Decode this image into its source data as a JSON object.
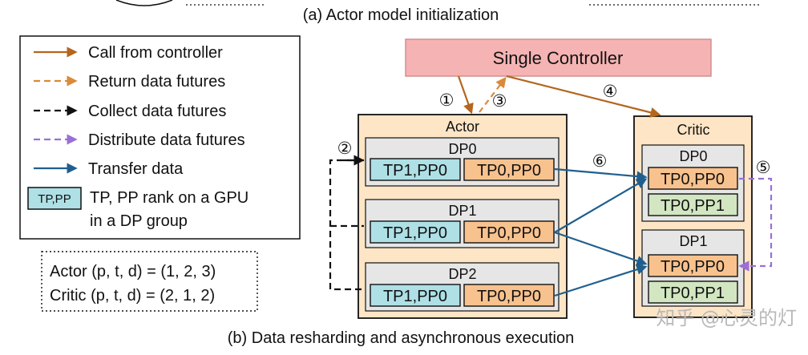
{
  "caption_top": "(a) Actor model  initialization",
  "caption_bottom": "(b) Data resharding and  asynchronous execution",
  "legend": {
    "items": [
      {
        "label": "Call from controller",
        "color": "#b5651d",
        "style": "solid"
      },
      {
        "label": "Return data futures",
        "color": "#d98a3a",
        "style": "dashed"
      },
      {
        "label": "Collect data futures",
        "color": "#111111",
        "style": "dashed"
      },
      {
        "label": "Distribute data futures",
        "color": "#9b6fd6",
        "style": "dashed"
      },
      {
        "label": "Transfer data",
        "color": "#1f5f8f",
        "style": "solid"
      }
    ],
    "rank_badge": "TP,PP",
    "rank_line1": "TP, PP rank on a GPU",
    "rank_line2": "in a DP group"
  },
  "config": {
    "actor": "Actor  (p, t, d) = (1, 2, 3)",
    "critic": "Critic  (p, t, d) = (2, 1, 2)"
  },
  "controller": {
    "label": "Single Controller"
  },
  "steps": {
    "s1": "①",
    "s2": "②",
    "s3": "③",
    "s4": "④",
    "s5": "⑤",
    "s6": "⑥"
  },
  "actor": {
    "title": "Actor",
    "groups": [
      {
        "name": "DP0",
        "left": "TP1,PP0",
        "right": "TP0,PP0"
      },
      {
        "name": "DP1",
        "left": "TP1,PP0",
        "right": "TP0,PP0"
      },
      {
        "name": "DP2",
        "left": "TP1,PP0",
        "right": "TP0,PP0"
      }
    ]
  },
  "critic": {
    "title": "Critic",
    "groups": [
      {
        "name": "DP0",
        "top": "TP0,PP0",
        "bottom": "TP0,PP1"
      },
      {
        "name": "DP1",
        "top": "TP0,PP0",
        "bottom": "TP0,PP1"
      }
    ]
  },
  "watermark": "知乎 @心灵的灯",
  "colors": {
    "controller_fill": "#f6b3b3",
    "model_fill": "#fde5c6",
    "dp_fill": "#e6e6e6",
    "tp1_fill": "#aee0e6",
    "tp0_fill": "#f8c28e",
    "pp1_fill": "#d2e6c1"
  }
}
